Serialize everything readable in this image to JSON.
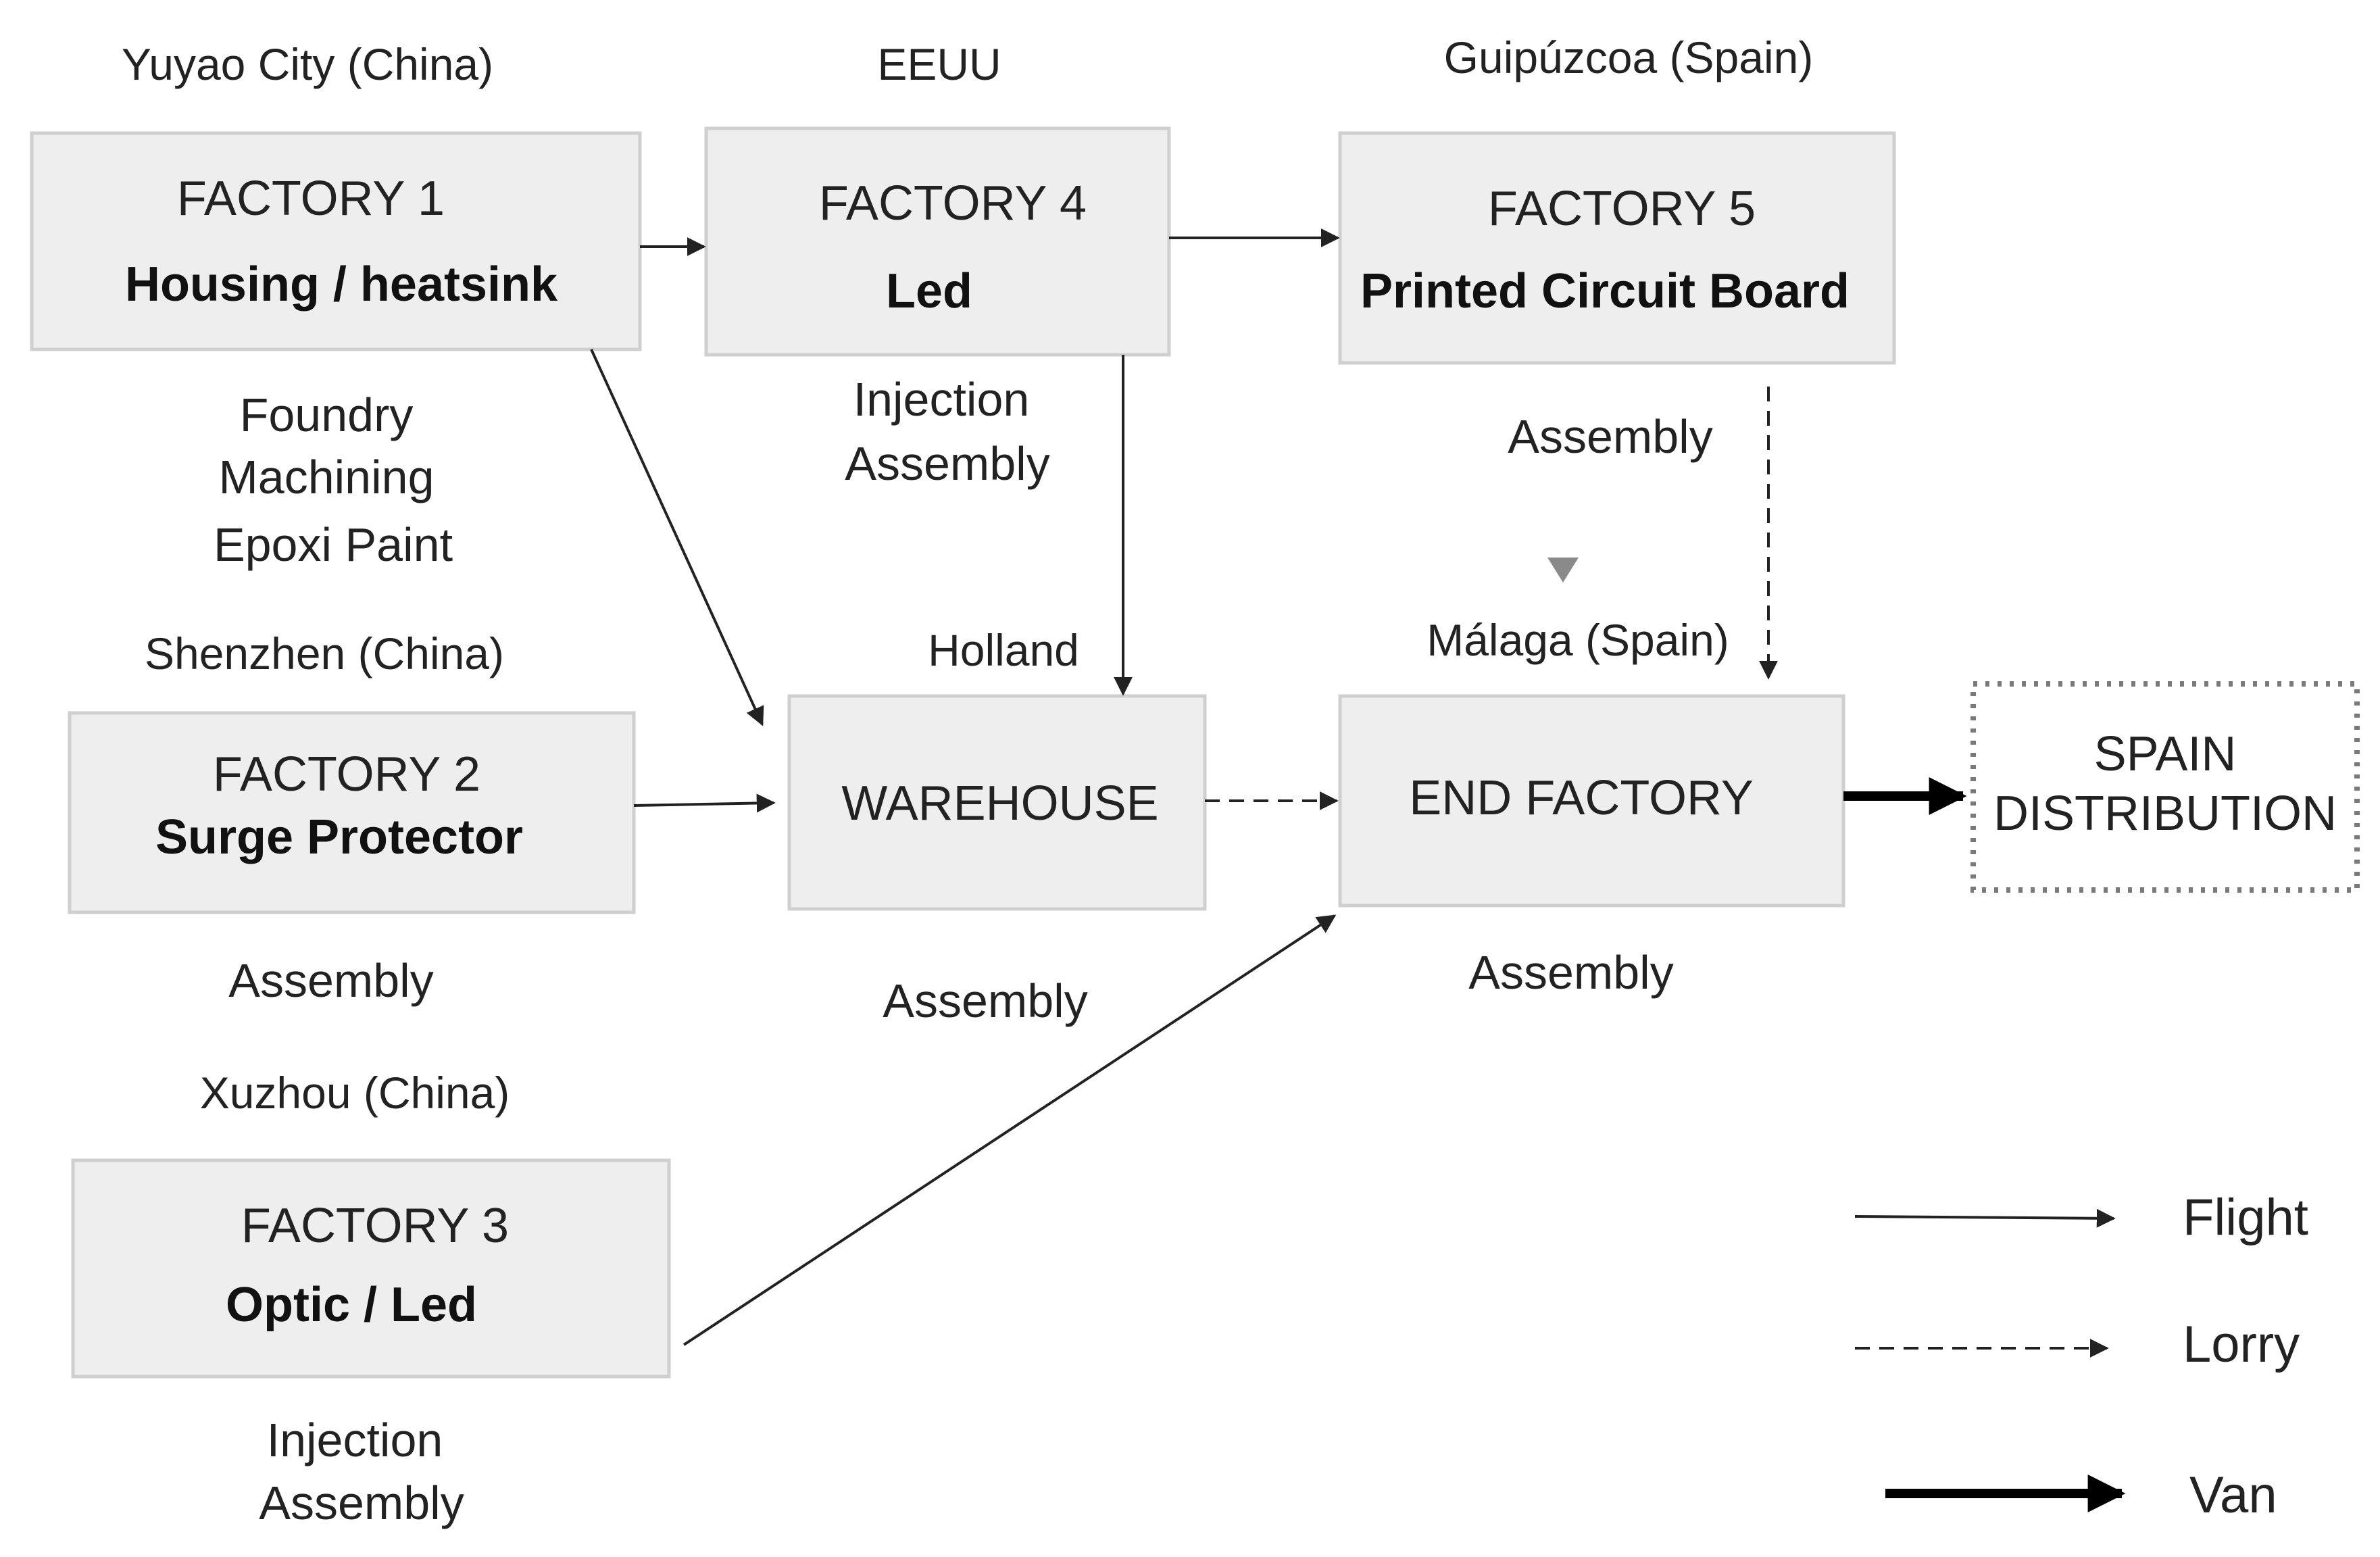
{
  "locations": {
    "yuyao": "Yuyao City (China)",
    "eeuu": "EEUU",
    "guipuzcoa": "Guipúzcoa (Spain)",
    "shenzhen": "Shenzhen (China)",
    "holland": "Holland",
    "malaga": "Málaga (Spain)",
    "xuzhou": "Xuzhou (China)"
  },
  "nodes": {
    "factory1": {
      "title": "FACTORY 1",
      "product": "Housing / heatsink"
    },
    "factory4": {
      "title": "FACTORY 4",
      "product": "Led"
    },
    "factory5": {
      "title": "FACTORY 5",
      "product": "Printed Circuit Board"
    },
    "factory2": {
      "title": "FACTORY 2",
      "product": "Surge Protector"
    },
    "factory3": {
      "title": "FACTORY 3",
      "product": "Optic / Led"
    },
    "warehouse": {
      "title": "WAREHOUSE"
    },
    "end_factory": {
      "title": "END FACTORY"
    },
    "distribution": {
      "line1": "SPAIN",
      "line2": "DISTRIBUTION"
    }
  },
  "processes": {
    "factory1": [
      "Foundry",
      "Machining",
      "Epoxi Paint"
    ],
    "factory4": [
      "Injection",
      "Assembly"
    ],
    "factory5": [
      "Assembly"
    ],
    "factory2": [
      "Assembly"
    ],
    "warehouse": [
      "Assembly"
    ],
    "end_factory": [
      "Assembly"
    ],
    "factory3": [
      "Injection",
      "Assembly"
    ]
  },
  "legend": {
    "flight": "Flight",
    "lorry": "Lorry",
    "van": "Van"
  },
  "edges": [
    {
      "from": "factory1",
      "to": "factory4",
      "mode": "flight"
    },
    {
      "from": "factory4",
      "to": "factory5",
      "mode": "flight"
    },
    {
      "from": "factory1",
      "to": "warehouse",
      "mode": "flight"
    },
    {
      "from": "factory4",
      "to": "warehouse",
      "mode": "flight"
    },
    {
      "from": "factory2",
      "to": "warehouse",
      "mode": "flight"
    },
    {
      "from": "factory3",
      "to": "end_factory",
      "mode": "flight"
    },
    {
      "from": "warehouse",
      "to": "end_factory",
      "mode": "lorry"
    },
    {
      "from": "factory5",
      "to": "end_factory",
      "mode": "lorry"
    },
    {
      "from": "end_factory",
      "to": "distribution",
      "mode": "van"
    }
  ],
  "colors": {
    "box_fill": "#eeeeee",
    "box_border": "#cfcfcf",
    "line": "#222222",
    "small_marker": "#8a8a8a"
  }
}
